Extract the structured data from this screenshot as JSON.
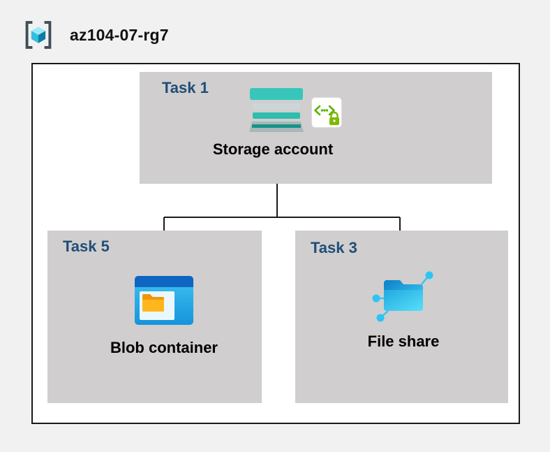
{
  "resource_group": {
    "label": "az104-07-rg7",
    "icon": "resource-group-icon"
  },
  "nodes": {
    "storage": {
      "task": "Task 1",
      "label": "Storage account",
      "icons": [
        "storage-account-icon",
        "sas-lock-icon"
      ]
    },
    "blob": {
      "task": "Task 5",
      "label": "Blob container",
      "icons": [
        "blob-container-icon"
      ]
    },
    "file": {
      "task": "Task 3",
      "label": "File share",
      "icons": [
        "file-share-icon"
      ]
    }
  },
  "colors": {
    "background": "#f1f1f1",
    "boundary_fill": "#ffffff",
    "boundary_border": "#1a1a1a",
    "task_box": "#d0cece",
    "task_label": "#1f4e79",
    "node_label": "#000000",
    "connector": "#1a1a1a",
    "storage_teal": "#37c6b9",
    "azure_blue": "#0e65c2",
    "cyan": "#2bc5f4",
    "green": "#5db300",
    "orange": "#f09609"
  }
}
